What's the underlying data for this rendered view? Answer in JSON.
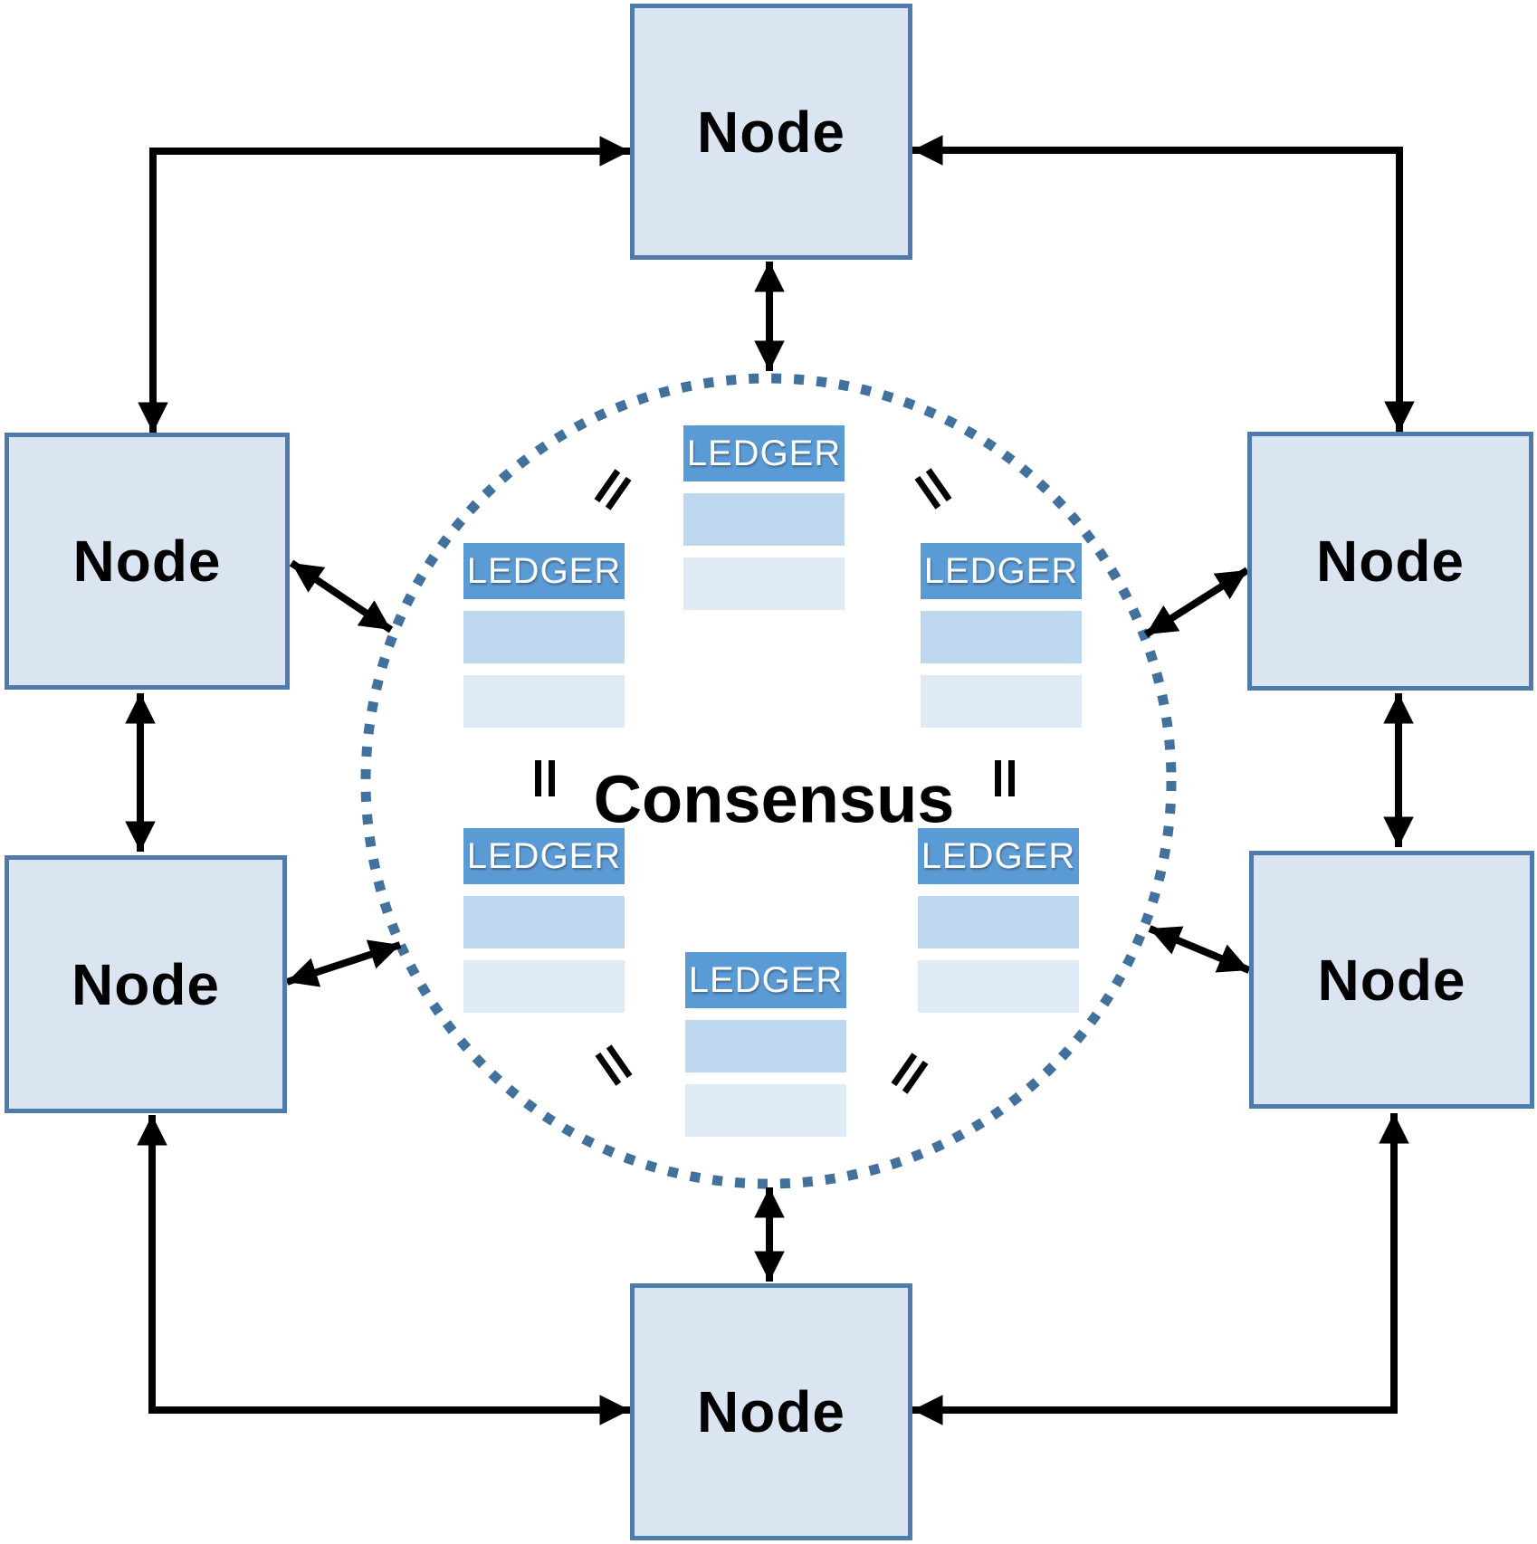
{
  "consensus": {
    "label": "Consensus"
  },
  "nodes": [
    {
      "id": "top",
      "label": "Node"
    },
    {
      "id": "left-top",
      "label": "Node"
    },
    {
      "id": "left-bottom",
      "label": "Node"
    },
    {
      "id": "right-top",
      "label": "Node"
    },
    {
      "id": "right-bottom",
      "label": "Node"
    },
    {
      "id": "bottom",
      "label": "Node"
    }
  ],
  "ledgers": [
    {
      "id": "top-center",
      "title": "LEDGER"
    },
    {
      "id": "top-left",
      "title": "LEDGER"
    },
    {
      "id": "top-right",
      "title": "LEDGER"
    },
    {
      "id": "bottom-left",
      "title": "LEDGER"
    },
    {
      "id": "bottom-right",
      "title": "LEDGER"
    },
    {
      "id": "bottom-center",
      "title": "LEDGER"
    }
  ],
  "equals_signs": [
    {
      "id": "top-left",
      "orientation": "diagonal-up"
    },
    {
      "id": "top-right",
      "orientation": "diagonal-down"
    },
    {
      "id": "middle-left",
      "orientation": "vertical"
    },
    {
      "id": "middle-right",
      "orientation": "vertical"
    },
    {
      "id": "bottom-left",
      "orientation": "diagonal-down"
    },
    {
      "id": "bottom-right",
      "orientation": "diagonal-up"
    }
  ],
  "colors": {
    "node_fill": "#dbe5f1",
    "node_border": "#4e7bab",
    "ledger_header": "#5b9bd5",
    "ledger_row_medium": "#bdd7ee",
    "ledger_row_light": "#deeaf6",
    "dotted_circle": "#41719c",
    "arrow": "#000000",
    "text": "#000000"
  }
}
